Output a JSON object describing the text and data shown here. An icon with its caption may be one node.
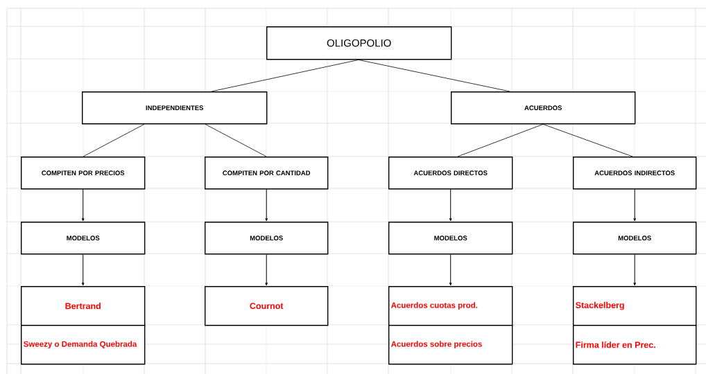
{
  "diagram": {
    "nodes": [
      {
        "text": [
          "OLIGOPOLIO"
        ]
      },
      {
        "text": [
          "INDEPENDIENTES"
        ]
      },
      {
        "text": [
          "ACUERDOS"
        ]
      },
      {
        "text": [
          "COMPITEN POR PRECIOS"
        ]
      },
      {
        "text": [
          "COMPITEN POR CANTIDAD"
        ]
      },
      {
        "text": [
          "ACUERDOS DIRECTOS"
        ]
      },
      {
        "text": [
          "ACUERDOS INDIRECTOS"
        ]
      },
      {
        "text": [
          "MODELOS"
        ]
      },
      {
        "text": [
          "MODELOS"
        ]
      },
      {
        "text": [
          "MODELOS"
        ]
      },
      {
        "text": [
          "MODELOS"
        ]
      },
      {
        "text": [
          "Bertrand"
        ]
      },
      {
        "text": [
          "Sweezy o Demanda Quebrada"
        ]
      },
      {
        "text": [
          "Cournot"
        ]
      },
      {
        "text": [
          "Acuerdos cuotas prod."
        ]
      },
      {
        "text": [
          "Acuerdos sobre precios"
        ]
      },
      {
        "text": [
          "Stackelberg"
        ]
      },
      {
        "text": [
          "Firma líder en Prec."
        ]
      }
    ],
    "edges": [
      {
        "from": 0,
        "to": 1,
        "arrow": "none"
      },
      {
        "from": 0,
        "to": 2,
        "arrow": "none"
      },
      {
        "from": 1,
        "to": 3,
        "arrow": "none"
      },
      {
        "from": 1,
        "to": 4,
        "arrow": "none"
      },
      {
        "from": 2,
        "to": 5,
        "arrow": "none"
      },
      {
        "from": 2,
        "to": 6,
        "arrow": "none"
      },
      {
        "from": 3,
        "to": 7,
        "arrow": "to"
      },
      {
        "from": 4,
        "to": 8,
        "arrow": "to"
      },
      {
        "from": 5,
        "to": 9,
        "arrow": "to"
      },
      {
        "from": 6,
        "to": 10,
        "arrow": "to"
      },
      {
        "from": 7,
        "to": 11,
        "arrow": "to"
      },
      {
        "from": 8,
        "to": 13,
        "arrow": "to"
      },
      {
        "from": 9,
        "to": 14,
        "arrow": "to"
      },
      {
        "from": 10,
        "to": 16,
        "arrow": "to"
      }
    ]
  }
}
